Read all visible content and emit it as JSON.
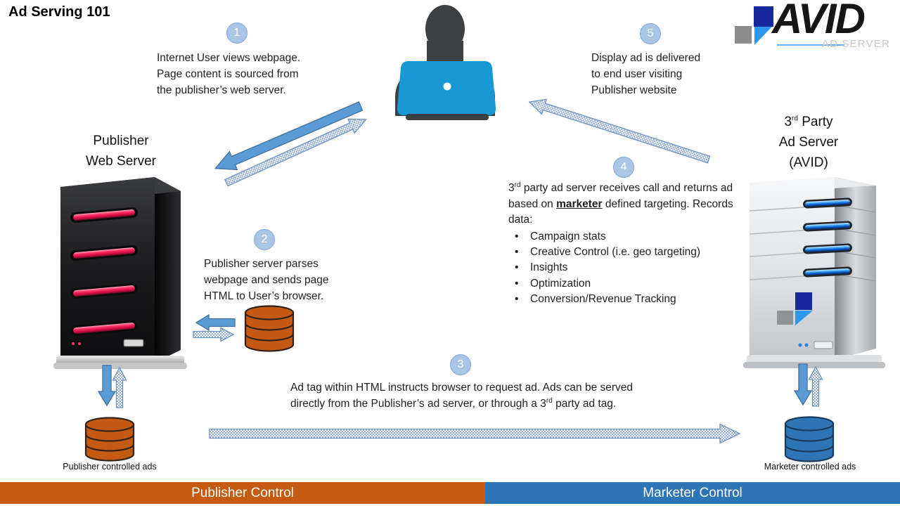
{
  "title": "Ad Serving 101",
  "logo": {
    "brand": "AVID",
    "tagline": "AD SERVER"
  },
  "steps": {
    "s1": {
      "num": "1",
      "text": "Internet User views webpage.\nPage content is sourced from\nthe publisher’s web server."
    },
    "s2": {
      "num": "2",
      "text": "Publisher server parses\nwebpage and sends page\nHTML to User’s browser."
    },
    "s3": {
      "num": "3",
      "line1": "Ad tag within HTML instructs browser to request ad. Ads can be served",
      "line2_a": "directly from the Publisher’s ad server, or through a 3",
      "line2_sup": "rd",
      "line2_b": " party ad tag."
    },
    "s4": {
      "num": "4",
      "intro_a": "3",
      "intro_sup": "rd",
      "intro_b": " party ad server receives call and returns ad based on ",
      "intro_emphasis": "marketer",
      "intro_c": " defined targeting. Records data:",
      "bullet_char": "•",
      "bullets": [
        "Campaign stats",
        "Creative Control (i.e. geo targeting)",
        "Insights",
        "Optimization",
        "Conversion/Revenue Tracking"
      ]
    },
    "s5": {
      "num": "5",
      "text": "Display ad is delivered\nto end user visiting\nPublisher website"
    }
  },
  "labels": {
    "publisher_server": "Publisher\nWeb Server",
    "third_party_a": "3",
    "third_party_sup": "rd",
    "third_party_b": " Party",
    "third_party_line2": "Ad Server",
    "third_party_line3": "(AVID)",
    "publisher_db": "Publisher controlled ads",
    "marketer_db": "Marketer controlled ads"
  },
  "footer": {
    "publisher": "Publisher Control",
    "marketer": "Marketer Control"
  },
  "colors": {
    "publisher_orange": "#C55A11",
    "marketer_blue": "#2E75B6",
    "solid_arrow_blue": "#5B9BD5",
    "step_circle_fill": "#AAC6E7",
    "laptop_blue": "#1898D5",
    "silhouette_gray": "#3D4043",
    "led_red": "#E8174A",
    "led_blue": "#2D8CEB"
  },
  "icons": {
    "internet-user-icon": "person silhouette behind blue laptop",
    "publisher-server-icon": "black server tower with red LED bars",
    "third-party-server-icon": "silver server tower with blue LED bars and AVID logo",
    "database-icon": "stacked cylinder",
    "solid-arrow": "solid blue block arrow",
    "hatched-arrow": "blue checkered outline arrow"
  }
}
